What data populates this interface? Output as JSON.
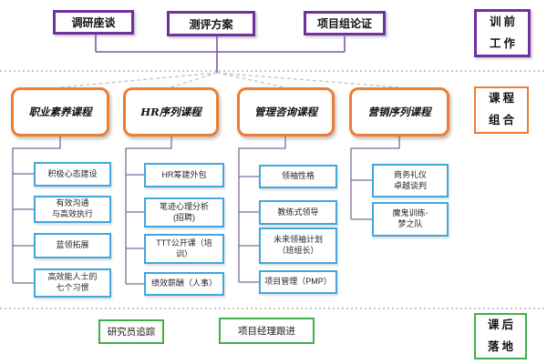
{
  "colors": {
    "purple": "#7030A0",
    "orange": "#ED7D31",
    "blue": "#41A7DC",
    "green": "#3EB049",
    "connector_purple": "#7A5BA6",
    "bracket": "#7B6D96",
    "dashed_gray": "#C6C6C6"
  },
  "pre_training": {
    "side_label": "训前\n工作",
    "boxes": [
      "调研座谈",
      "测评方案",
      "项目组论证"
    ]
  },
  "courses": {
    "side_label": "课程\n组合",
    "columns": [
      {
        "title": "职业素养课程",
        "items": [
          "积极心态建设",
          "有效沟通\n与高效执行",
          "蓝领拓展",
          "高效能人士的\n七个习惯"
        ]
      },
      {
        "title": "HR序列课程",
        "items": [
          "HR筹建外包",
          "笔迹心理分析\n(招聘)",
          "TTT公开课（培\n训）",
          "绩效薪酬（人事）"
        ]
      },
      {
        "title": "管理咨询课程",
        "items": [
          "领袖性格",
          "教练式领导",
          "未来领袖计划\n（班组长）",
          "项目管理（PMP）"
        ]
      },
      {
        "title": "营销序列课程",
        "items": [
          "商务礼仪\n卓越谈判",
          "魔鬼训练-\n梦之队"
        ]
      }
    ]
  },
  "post_training": {
    "side_label": "课后\n落地",
    "boxes": [
      "研究员追踪",
      "项目经理跟进"
    ]
  }
}
